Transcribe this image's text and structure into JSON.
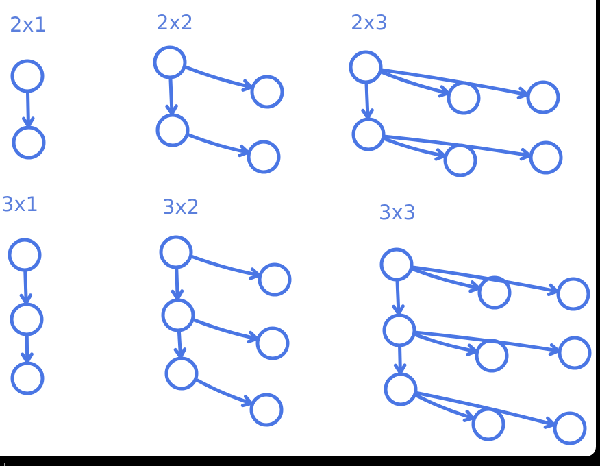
{
  "diagrams": [
    {
      "label": "2x1",
      "rows": 2,
      "cols": 1
    },
    {
      "label": "2x2",
      "rows": 2,
      "cols": 2
    },
    {
      "label": "2x3",
      "rows": 2,
      "cols": 3
    },
    {
      "label": "3x1",
      "rows": 3,
      "cols": 1
    },
    {
      "label": "3x2",
      "rows": 3,
      "cols": 2
    },
    {
      "label": "3x3",
      "rows": 3,
      "cols": 3
    }
  ],
  "colors": {
    "stroke": "#4a76e4",
    "label": "#5b7fdc",
    "background": "#ffffff"
  }
}
